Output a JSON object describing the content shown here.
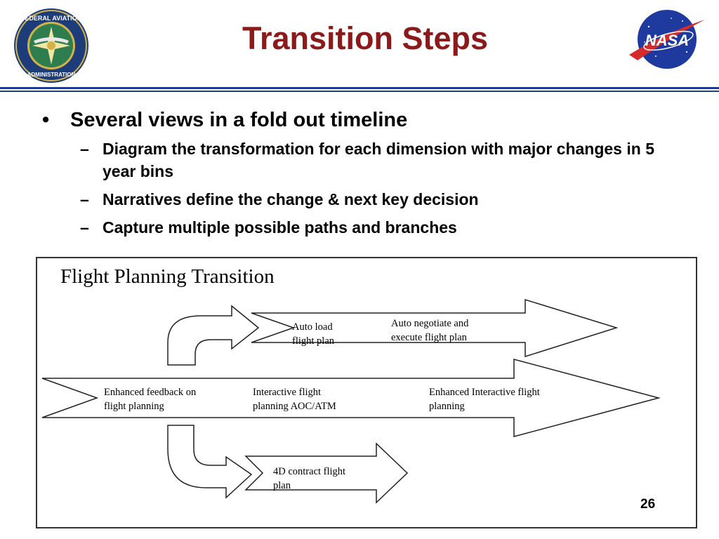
{
  "header": {
    "title": "Transition Steps",
    "faa_seal_text": "FEDERAL AVIATION ADMINISTRATION",
    "nasa_logo_text": "NASA",
    "rule_color": "#1f3a93",
    "title_color": "#8b1a1a"
  },
  "bullets": {
    "main": "Several views in a fold out timeline",
    "subs": [
      "Diagram the transformation for each dimension with major changes in 5 year bins",
      "Narratives define the change & next key decision",
      "Capture multiple possible paths and branches"
    ]
  },
  "diagram": {
    "title": "Flight Planning Transition",
    "labels": {
      "auto_load": "Auto load flight plan",
      "auto_negotiate": "Auto negotiate and execute flight plan",
      "enhanced_feedback": "Enhanced feedback on flight planning",
      "interactive_flight": "Interactive flight planning AOC/ATM",
      "enhanced_interactive": "Enhanced Interactive flight planning",
      "contract_4d": "4D contract flight plan"
    }
  },
  "footer": {
    "page_number": "26"
  }
}
